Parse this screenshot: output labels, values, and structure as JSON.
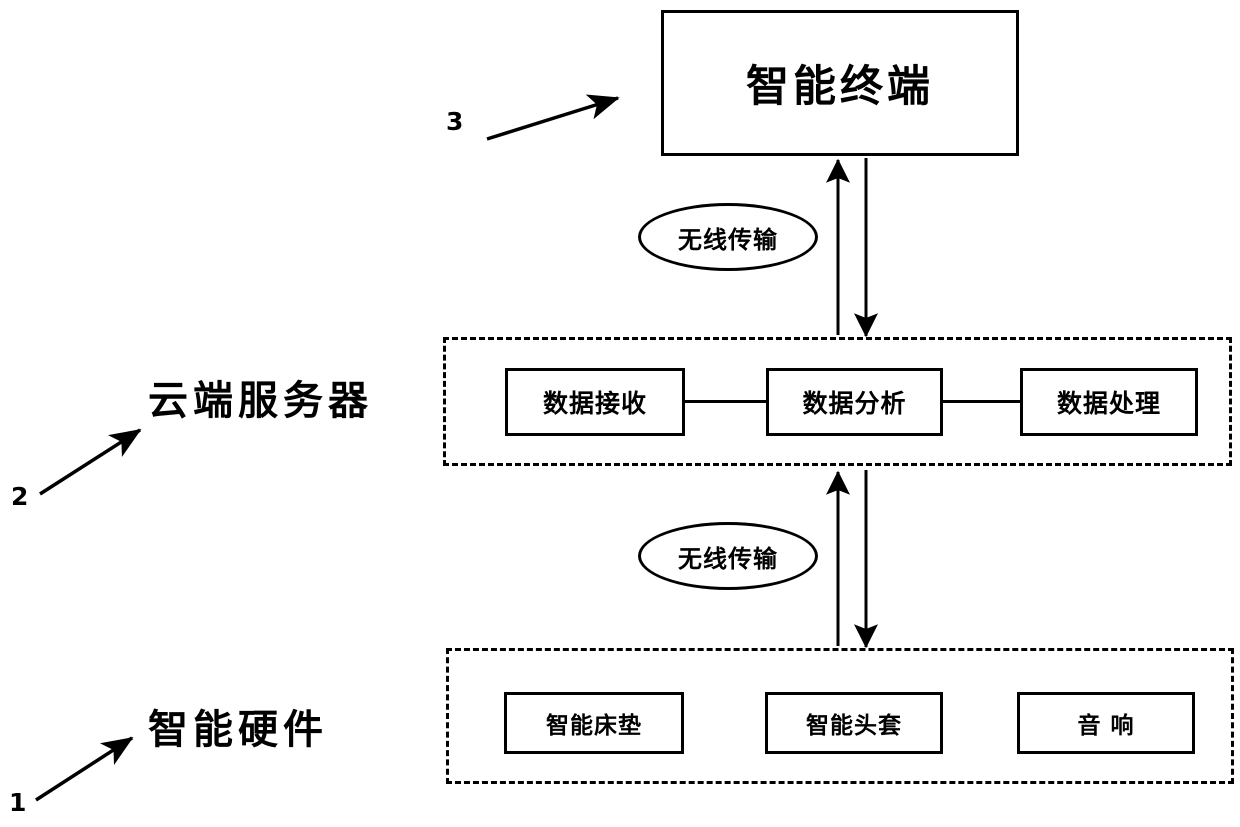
{
  "diagram": {
    "title_node": {
      "label": "智能终端",
      "ref": "3"
    },
    "cloud_layer": {
      "side_label": "云端服务器",
      "ref": "2",
      "items": [
        {
          "label": "数据接收"
        },
        {
          "label": "数据分析"
        },
        {
          "label": "数据处理"
        }
      ]
    },
    "hardware_layer": {
      "side_label": "智能硬件",
      "ref": "1",
      "items": [
        {
          "label": "智能床垫"
        },
        {
          "label": "智能头套"
        },
        {
          "label": "音  响"
        }
      ]
    },
    "links": [
      {
        "label": "无线传输",
        "position": "top"
      },
      {
        "label": "无线传输",
        "position": "bottom"
      }
    ],
    "colors": {
      "stroke": "#000000",
      "fill": "#ffffff",
      "text": "#000000"
    }
  }
}
